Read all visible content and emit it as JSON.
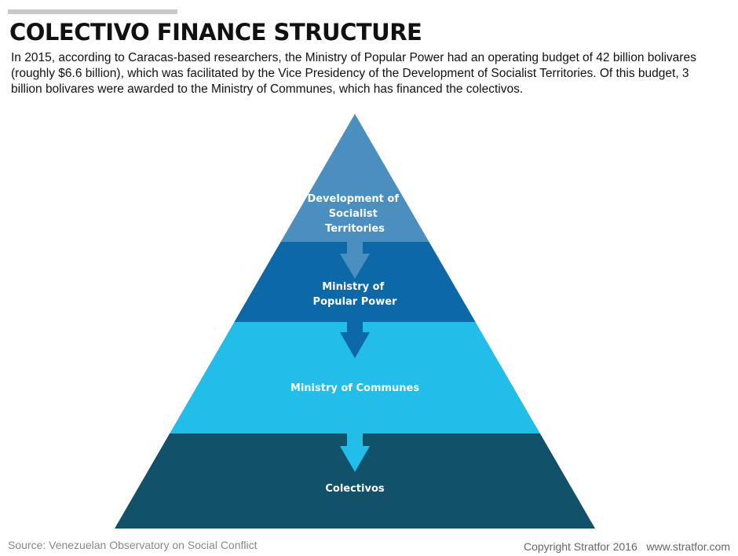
{
  "header": {
    "title": "COLECTIVO FINANCE STRUCTURE",
    "description": "In 2015, according to Caracas-based researchers, the Ministry of Popular Power had an operating budget of 42 billion bolivares (roughly $6.6 billion), which was facilitated by the Vice Presidency of the Development of Socialist Territories. Of this budget, 3 billion bolivares were awarded to the Ministry of Communes, which has financed the colectivos."
  },
  "pyramid": {
    "levels": [
      {
        "lines": [
          "Development of",
          "Socialist",
          "Territories"
        ],
        "color": "#4a8fbf"
      },
      {
        "lines": [
          "Ministry of",
          "Popular Power"
        ],
        "color": "#0c68a6"
      },
      {
        "lines": [
          "Ministry of Communes"
        ],
        "color": "#22bde9"
      },
      {
        "lines": [
          "Colectivos"
        ],
        "color": "#115169"
      }
    ]
  },
  "footer": {
    "source": "Source: Venezuelan Observatory on Social Conflict",
    "copyright": "Copyright Stratfor 2016   www.stratfor.com"
  }
}
